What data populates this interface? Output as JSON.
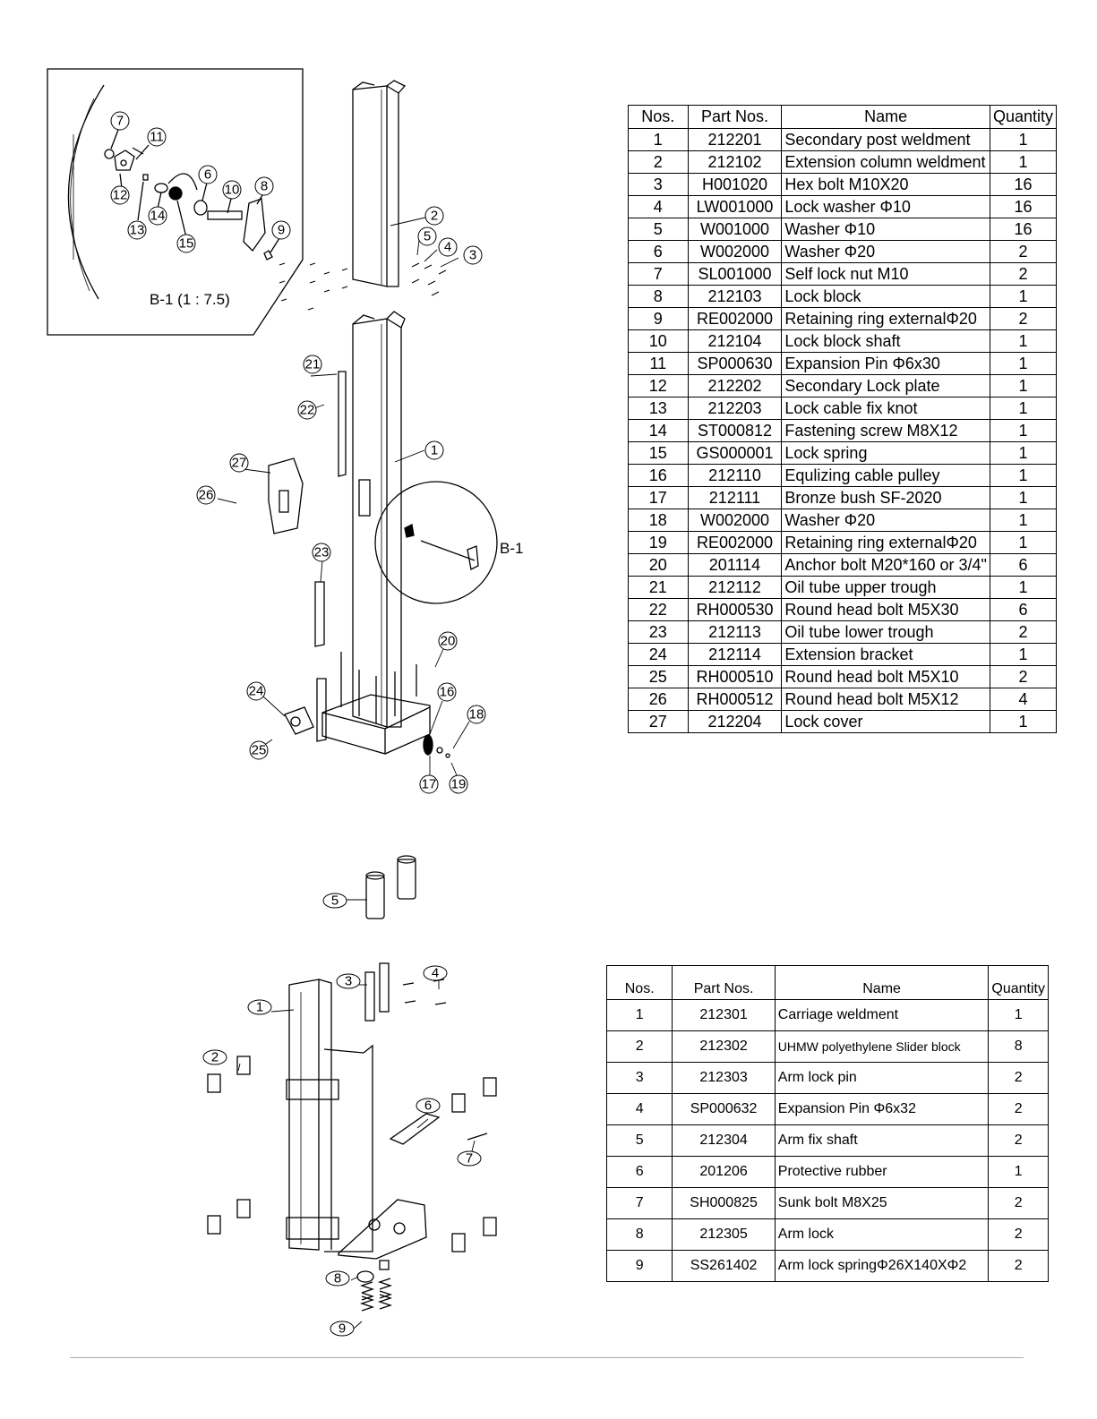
{
  "detail": {
    "label": "B-1 (1 : 7.5)",
    "ref": "B-1"
  },
  "upper_callouts": [
    "1",
    "2",
    "3",
    "4",
    "5",
    "6",
    "7",
    "8",
    "9",
    "10",
    "11",
    "12",
    "13",
    "14",
    "15",
    "16",
    "17",
    "18",
    "19",
    "20",
    "21",
    "22",
    "23",
    "24",
    "25",
    "26",
    "27"
  ],
  "lower_callouts": [
    "1",
    "2",
    "3",
    "4",
    "5",
    "6",
    "7",
    "8",
    "9"
  ],
  "table1": {
    "headers": [
      "Nos.",
      "Part Nos.",
      "Name",
      "Quantity"
    ],
    "rows": [
      [
        "1",
        "212201",
        "Secondary post weldment",
        "1"
      ],
      [
        "2",
        "212102",
        "Extension column weldment",
        "1"
      ],
      [
        "3",
        "H001020",
        "Hex bolt M10X20",
        "16"
      ],
      [
        "4",
        "LW001000",
        "Lock washer Φ10",
        "16"
      ],
      [
        "5",
        "W001000",
        "Washer Φ10",
        "16"
      ],
      [
        "6",
        "W002000",
        "Washer Φ20",
        "2"
      ],
      [
        "7",
        "SL001000",
        "Self lock nut M10",
        "2"
      ],
      [
        "8",
        "212103",
        "Lock block",
        "1"
      ],
      [
        "9",
        "RE002000",
        "Retaining ring externalΦ20",
        "2"
      ],
      [
        "10",
        "212104",
        "Lock block shaft",
        "1"
      ],
      [
        "11",
        "SP000630",
        "Expansion Pin Φ6x30",
        "1"
      ],
      [
        "12",
        "212202",
        "Secondary Lock plate",
        "1"
      ],
      [
        "13",
        "212203",
        "Lock cable fix knot",
        "1"
      ],
      [
        "14",
        "ST000812",
        "Fastening screw M8X12",
        "1"
      ],
      [
        "15",
        "GS000001",
        "Lock spring",
        "1"
      ],
      [
        "16",
        "212110",
        "Equlizing cable pulley",
        "1"
      ],
      [
        "17",
        "212111",
        "Bronze bush SF-2020",
        "1"
      ],
      [
        "18",
        "W002000",
        "Washer Φ20",
        "1"
      ],
      [
        "19",
        "RE002000",
        "Retaining ring externalΦ20",
        "1"
      ],
      [
        "20",
        "201114",
        "Anchor bolt M20*160 or 3/4\"",
        "6"
      ],
      [
        "21",
        "212112",
        "Oil tube upper trough",
        "1"
      ],
      [
        "22",
        "RH000530",
        "Round head bolt M5X30",
        "6"
      ],
      [
        "23",
        "212113",
        "Oil tube lower trough",
        "2"
      ],
      [
        "24",
        "212114",
        "Extension bracket",
        "1"
      ],
      [
        "25",
        "RH000510",
        "Round head bolt M5X10",
        "2"
      ],
      [
        "26",
        "RH000512",
        "Round head bolt M5X12",
        "4"
      ],
      [
        "27",
        "212204",
        "Lock cover",
        "1"
      ]
    ]
  },
  "table2": {
    "headers": [
      "Nos.",
      "Part Nos.",
      "Name",
      "Quantity"
    ],
    "rows": [
      [
        "1",
        "212301",
        "Carriage weldment",
        "1"
      ],
      [
        "2",
        "212302",
        "UHMW polyethylene Slider block",
        "8"
      ],
      [
        "3",
        "212303",
        "Arm lock pin",
        "2"
      ],
      [
        "4",
        "SP000632",
        "Expansion Pin Φ6x32",
        "2"
      ],
      [
        "5",
        "212304",
        "Arm fix shaft",
        "2"
      ],
      [
        "6",
        "201206",
        "Protective rubber",
        "1"
      ],
      [
        "7",
        "SH000825",
        "Sunk bolt M8X25",
        "2"
      ],
      [
        "8",
        "212305",
        "Arm lock",
        "2"
      ],
      [
        "9",
        "SS261402",
        "Arm lock springΦ26X140XΦ2",
        "2"
      ]
    ]
  }
}
